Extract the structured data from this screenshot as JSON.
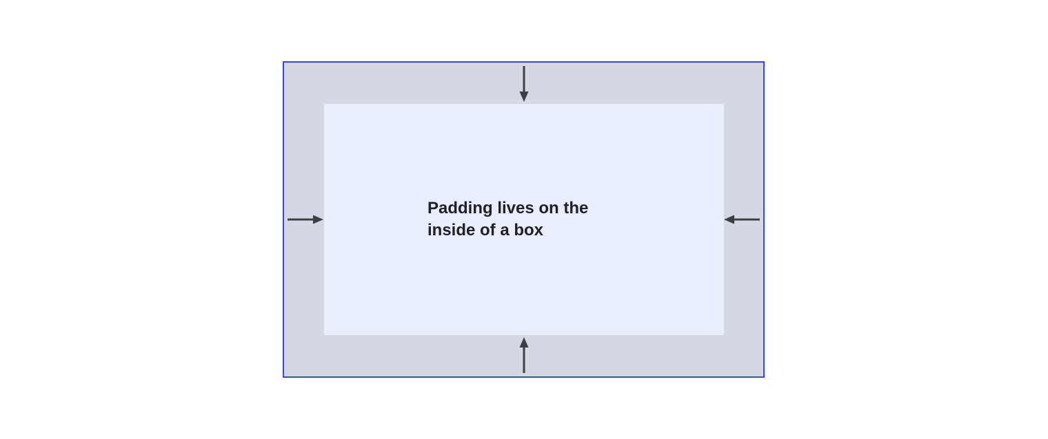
{
  "diagram": {
    "title": "CSS padding box-model illustration",
    "content_label": "Padding lives on the inside of a box",
    "outer_region": "padding area",
    "inner_region": "content box",
    "arrows": [
      {
        "icon": "arrow-down-icon",
        "side": "top",
        "direction": "inward"
      },
      {
        "icon": "arrow-up-icon",
        "side": "bottom",
        "direction": "inward"
      },
      {
        "icon": "arrow-right-icon",
        "side": "left",
        "direction": "inward"
      },
      {
        "icon": "arrow-left-icon",
        "side": "right",
        "direction": "inward"
      }
    ]
  },
  "colors": {
    "page_background": "#ffffff",
    "box_border": "#3743f6",
    "padding_background": "#d3d8e2",
    "content_background": "#e8eefb",
    "arrow": "#3c4043",
    "text": "#202124"
  }
}
